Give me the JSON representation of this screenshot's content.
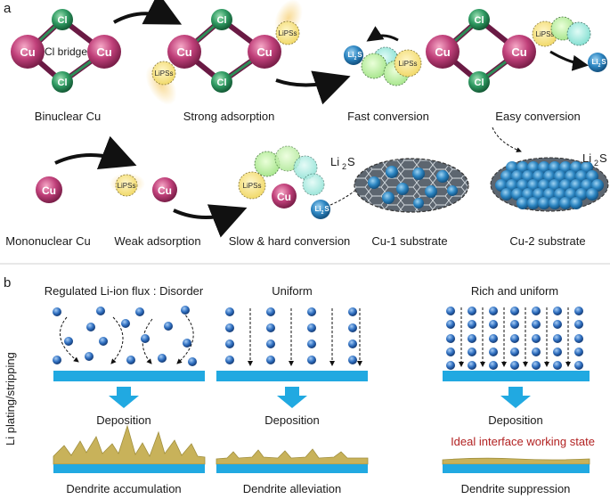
{
  "panel_a": {
    "tag": "a",
    "atoms": {
      "cu": "Cu",
      "cl": "Cl",
      "bridge": "Cl bridge",
      "lipss": "LiPSs",
      "li": "Li",
      "li_sub": "2",
      "s": "S"
    },
    "captions": {
      "binuclear": "Binuclear Cu",
      "strong": "Strong adsorption",
      "fast": "Fast conversion",
      "easy": "Easy conversion",
      "mononuclear": "Mononuclear Cu",
      "weak": "Weak adsorption",
      "slow": "Slow & hard conversion",
      "cu1": "Cu-1 substrate",
      "cu2": "Cu-2 substrate"
    },
    "li2s_label": {
      "li": "Li",
      "sub": "2",
      "s": "S"
    }
  },
  "panel_b": {
    "tag": "b",
    "side_label": "Li plating/stripping",
    "col1": {
      "title": "Regulated Li-ion flux : Disorder",
      "step": "Deposition",
      "result": "Dendrite accumulation"
    },
    "col2": {
      "title": "Uniform",
      "step": "Deposition",
      "result": "Dendrite alleviation"
    },
    "col3": {
      "title": "Rich and uniform",
      "step": "Deposition",
      "note": "Ideal interface working state",
      "result": "Dendrite suppression"
    }
  },
  "colors": {
    "cu": "#b8336a",
    "cl": "#2e8b57",
    "lipss": "#f5e27a",
    "li2s": "#2a7fb8",
    "ion": "#2f6fc0",
    "substrate": "#21a9e1",
    "dendrite": "#c8b25a",
    "note": "#b22222"
  }
}
